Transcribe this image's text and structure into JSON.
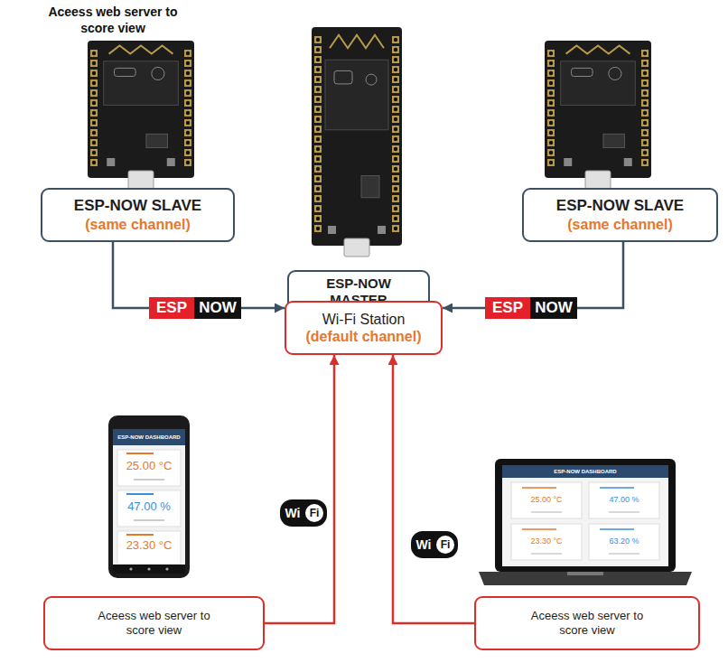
{
  "diagram": {
    "nodes": [
      {
        "text": [
          "ESP-NOW SLAVE",
          "(same channel)"
        ]
      },
      {
        "text": [
          "ESP-NOW MASTER"
        ]
      },
      {
        "text": [
          "Wi-Fi Station",
          "(default channel)"
        ]
      },
      {
        "text": [
          "ESP-NOW SLAVE",
          "(same channel)"
        ]
      },
      {
        "text": [
          "Aceess web server to score view"
        ]
      },
      {
        "text": [
          "Aceess web server to score view"
        ]
      }
    ],
    "edges": [
      {
        "from": 0,
        "to": 2,
        "arrow": "to"
      },
      {
        "from": 3,
        "to": 2,
        "arrow": "to"
      },
      {
        "from": 4,
        "to": 2,
        "arrow": "to"
      },
      {
        "from": 5,
        "to": 2,
        "arrow": "to"
      }
    ],
    "labels": [
      "Aceess web server to score view",
      "ESP",
      "NOW",
      "ESP",
      "NOW",
      "Wi",
      "Fi",
      "Wi",
      "Fi",
      "ESP-NOW DASHBOARD",
      "25.00 °C",
      "47.00 %",
      "23.30 °C",
      "ESP-NOW DASHBOARD",
      "25.00 °C",
      "47.00 %",
      "23.30 °C",
      "63.20 %"
    ]
  }
}
